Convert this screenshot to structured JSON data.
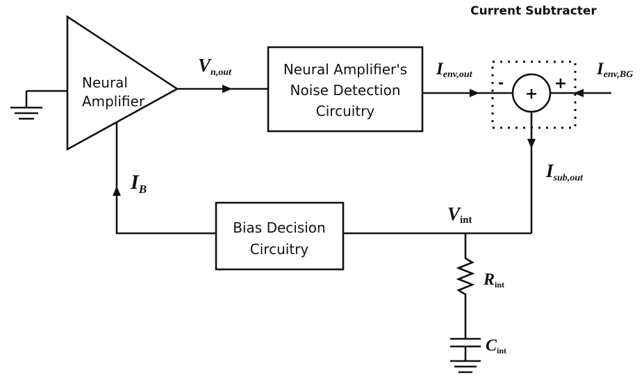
{
  "title": "Current Subtracter",
  "blocks": {
    "amplifier": {
      "line1": "Neural",
      "line2": "Amplifier"
    },
    "noise_detection": {
      "line1": "Neural Amplifier's",
      "line2": "Noise Detection",
      "line3": "Circuitry"
    },
    "bias_decision": {
      "line1": "Bias Decision",
      "line2": "Circuitry"
    }
  },
  "signals": {
    "v_n_out": {
      "symbol": "V",
      "subscript": "n,out"
    },
    "i_env_out": {
      "symbol": "I",
      "subscript": "env,out"
    },
    "i_env_bg": {
      "symbol": "I",
      "subscript": "env,BG"
    },
    "i_sub_out": {
      "symbol": "I",
      "subscript": "sub,out"
    },
    "i_b": {
      "symbol": "I",
      "subscript": "B"
    },
    "v_int": {
      "symbol": "V",
      "subscript": "int"
    },
    "r_int": {
      "symbol": "R",
      "subscript": "int"
    },
    "c_int": {
      "symbol": "C",
      "subscript": "int"
    }
  },
  "subtracter": {
    "sum_symbol": "+",
    "minus_sign": "-",
    "plus_sign": "+"
  }
}
